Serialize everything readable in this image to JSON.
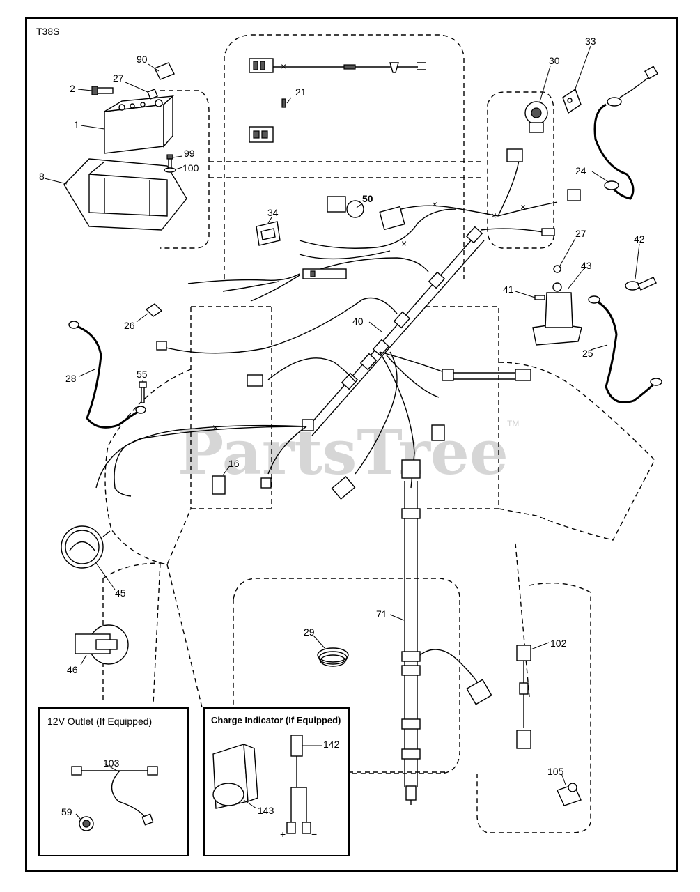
{
  "diagram": {
    "code": "T38S",
    "watermark": "PartsTree",
    "watermark_tm": "TM",
    "callouts": [
      {
        "id": "90",
        "label": "90"
      },
      {
        "id": "27a",
        "label": "27"
      },
      {
        "id": "2",
        "label": "2"
      },
      {
        "id": "1",
        "label": "1"
      },
      {
        "id": "99",
        "label": "99"
      },
      {
        "id": "100",
        "label": "100"
      },
      {
        "id": "8",
        "label": "8"
      },
      {
        "id": "21",
        "label": "21"
      },
      {
        "id": "30",
        "label": "30"
      },
      {
        "id": "33",
        "label": "33"
      },
      {
        "id": "24",
        "label": "24"
      },
      {
        "id": "50",
        "label": "50"
      },
      {
        "id": "34",
        "label": "34"
      },
      {
        "id": "27b",
        "label": "27"
      },
      {
        "id": "42",
        "label": "42"
      },
      {
        "id": "43",
        "label": "43"
      },
      {
        "id": "41",
        "label": "41"
      },
      {
        "id": "26",
        "label": "26"
      },
      {
        "id": "40",
        "label": "40"
      },
      {
        "id": "25",
        "label": "25"
      },
      {
        "id": "28",
        "label": "28"
      },
      {
        "id": "55",
        "label": "55"
      },
      {
        "id": "16",
        "label": "16"
      },
      {
        "id": "45",
        "label": "45"
      },
      {
        "id": "71",
        "label": "71"
      },
      {
        "id": "29",
        "label": "29"
      },
      {
        "id": "102",
        "label": "102"
      },
      {
        "id": "46",
        "label": "46"
      },
      {
        "id": "105",
        "label": "105"
      },
      {
        "id": "103",
        "label": "103"
      },
      {
        "id": "59",
        "label": "59"
      },
      {
        "id": "142",
        "label": "142"
      },
      {
        "id": "143",
        "label": "143"
      }
    ],
    "outlet_box": {
      "title": "12V Outlet (If Equipped)"
    },
    "charge_box": {
      "title": "Charge Indicator (If Equipped)"
    },
    "polarity": {
      "plus": "+",
      "minus": "−"
    }
  }
}
